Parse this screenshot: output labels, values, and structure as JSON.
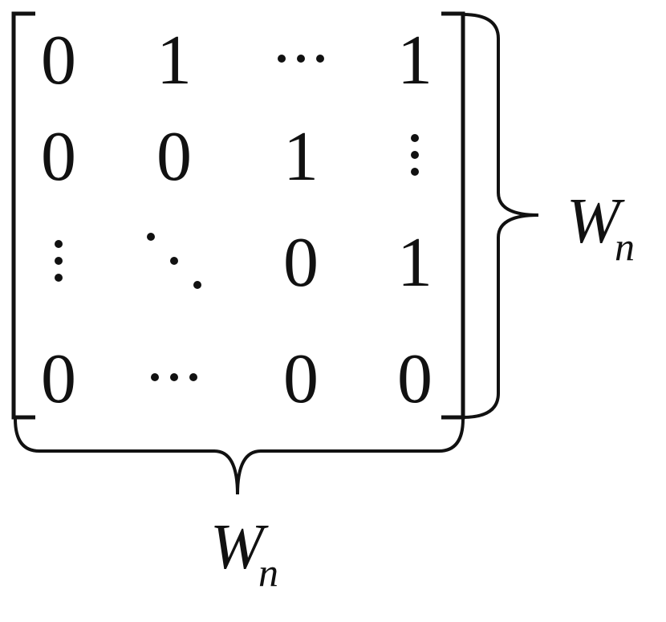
{
  "matrix": {
    "rows": [
      [
        "0",
        "1",
        "hdots",
        "1"
      ],
      [
        "0",
        "0",
        "1",
        "vdots"
      ],
      [
        "vdots",
        "ddots",
        "0",
        "1"
      ],
      [
        "0",
        "hdots",
        "0",
        "0"
      ]
    ]
  },
  "right_label": {
    "main": "W",
    "sub": "n"
  },
  "bottom_label": {
    "main": "W",
    "sub": "n"
  }
}
